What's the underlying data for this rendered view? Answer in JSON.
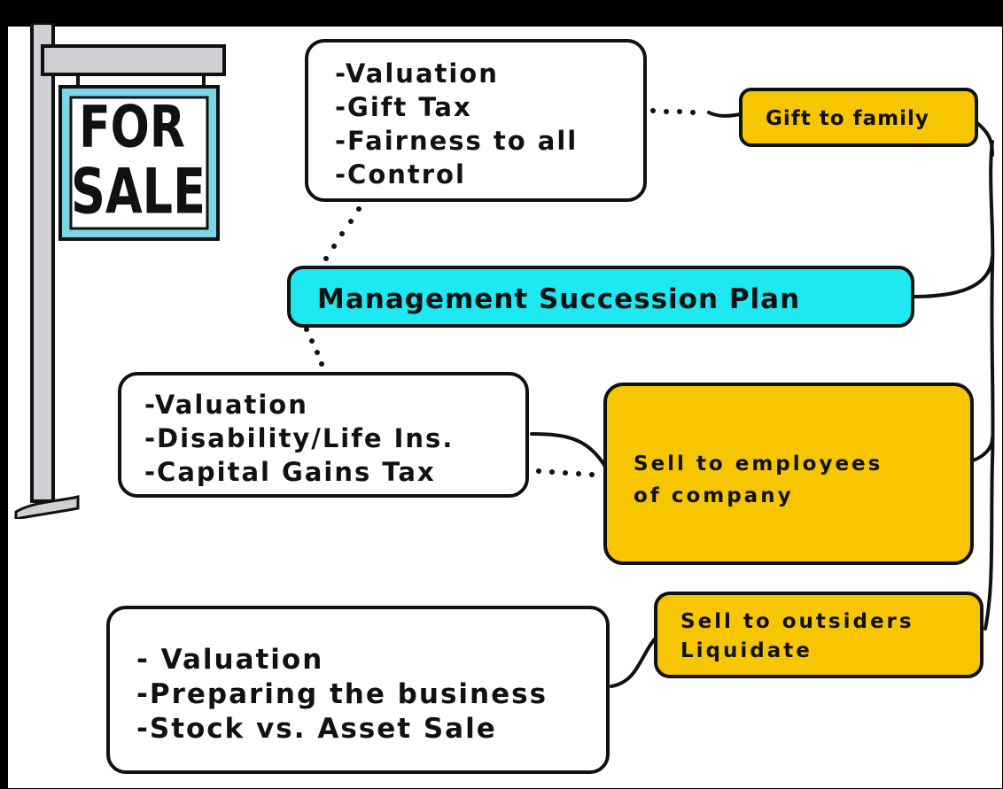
{
  "sign": {
    "line1": "FOR",
    "line2": "SALE"
  },
  "central": {
    "label": "Management Succession Plan"
  },
  "options": {
    "gift": {
      "label": "Gift to family"
    },
    "employees": {
      "line1": "Sell to employees",
      "line2": "of company"
    },
    "outsiders": {
      "line1": "Sell to outsiders",
      "line2": "Liquidate"
    }
  },
  "considerations": {
    "gift": [
      "-Valuation",
      "-Gift Tax",
      "-Fairness to all",
      "-Control"
    ],
    "employees": [
      "-Valuation",
      "-Disability/Life Ins.",
      "-Capital Gains Tax"
    ],
    "outsiders": [
      "- Valuation",
      "-Preparing the business",
      "-Stock vs. Asset Sale"
    ]
  },
  "colors": {
    "central": "#1ee8f2",
    "option": "#f7c600",
    "background": "#000000",
    "panel": "#ffffff"
  }
}
